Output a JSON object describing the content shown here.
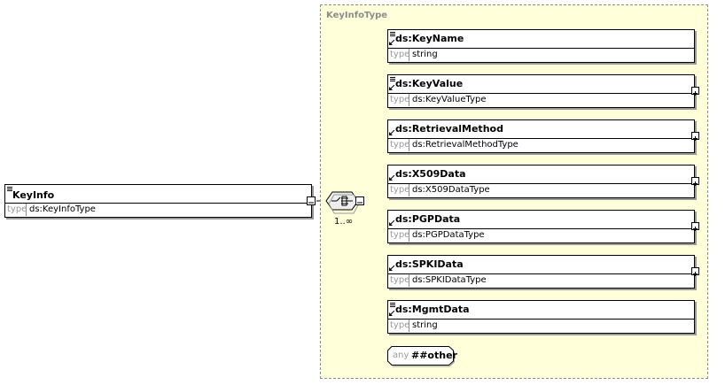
{
  "root": {
    "name": "KeyInfo",
    "type_label": "type",
    "type": "ds:KeyInfoType"
  },
  "type_panel": {
    "title": "KeyInfoType"
  },
  "sequence": {
    "occurrence": "1..∞"
  },
  "children": [
    {
      "name": "ds:KeyName",
      "type_label": "type",
      "type": "string",
      "expandable": false,
      "doc": true
    },
    {
      "name": "ds:KeyValue",
      "type_label": "type",
      "type": "ds:KeyValueType",
      "expandable": true,
      "doc": true
    },
    {
      "name": "ds:RetrievalMethod",
      "type_label": "type",
      "type": "ds:RetrievalMethodType",
      "expandable": true,
      "doc": false
    },
    {
      "name": "ds:X509Data",
      "type_label": "type",
      "type": "ds:X509DataType",
      "expandable": true,
      "doc": false
    },
    {
      "name": "ds:PGPData",
      "type_label": "type",
      "type": "ds:PGPDataType",
      "expandable": true,
      "doc": false
    },
    {
      "name": "ds:SPKIData",
      "type_label": "type",
      "type": "ds:SPKIDataType",
      "expandable": true,
      "doc": false
    },
    {
      "name": "ds:MgmtData",
      "type_label": "type",
      "type": "string",
      "expandable": false,
      "doc": true
    }
  ],
  "any": {
    "label": "any",
    "value": "##other"
  },
  "colors": {
    "panel_bg": "#ffffd9",
    "panel_border": "#8c8c8c",
    "muted_text": "#999999"
  }
}
